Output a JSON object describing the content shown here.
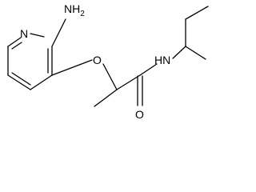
{
  "structure": {
    "atoms": {
      "nh2": "NH2",
      "ring_n": "N",
      "ether_o": "O",
      "carbonyl_o": "O",
      "amide_nh": "HN"
    }
  },
  "colors": {
    "bond": "#000000",
    "background": "#ffffff"
  }
}
